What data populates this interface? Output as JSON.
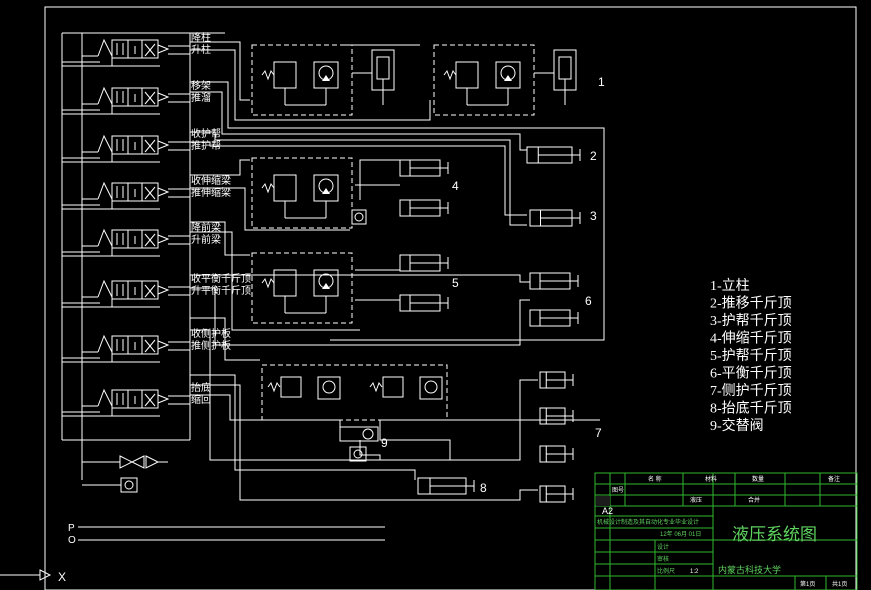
{
  "valve_labels": [
    {
      "a": "降柱",
      "b": "升柱"
    },
    {
      "a": "移架",
      "b": "推溜"
    },
    {
      "a": "收护帮",
      "b": "推护帮"
    },
    {
      "a": "收伸缩梁",
      "b": "推伸缩梁"
    },
    {
      "a": "降前梁",
      "b": "升前梁"
    },
    {
      "a": "收平衡千斤顶",
      "b": "升平衡千斤顶"
    },
    {
      "a": "收侧护板",
      "b": "推侧护板"
    },
    {
      "a": "抬底",
      "b": "缩回"
    }
  ],
  "component_numbers": [
    "1",
    "2",
    "3",
    "4",
    "5",
    "6",
    "7",
    "8",
    "9"
  ],
  "legend": [
    "1-立柱",
    "2-推移千斤顶",
    "3-护帮千斤顶",
    "4-伸缩千斤顶",
    "5-护帮千斤顶",
    "6-平衡千斤顶",
    "7-侧护千斤顶",
    "8-抬底千斤顶",
    "9-交替阀"
  ],
  "supply": {
    "p": "P",
    "o": "O"
  },
  "corner_mark": "X",
  "title_block": {
    "title": "液压系统图",
    "university": "内蒙古科技大学",
    "size": "A2",
    "scale": "1:2",
    "col_hdr1": "名   称",
    "col_hdr2": "材料",
    "col_hdr3": "数量",
    "col_hdr4": "备注",
    "row2a": "图号",
    "row2b": "液压",
    "row2c": "合并",
    "project": "机械设计制造及其自动化专业毕业设计",
    "date": "12年  06月 01日",
    "designer_lbl": "设计",
    "check_lbl": "审核",
    "scale_lbl": "比例尺",
    "sheet1": "第1页",
    "sheet2": "共1页"
  }
}
